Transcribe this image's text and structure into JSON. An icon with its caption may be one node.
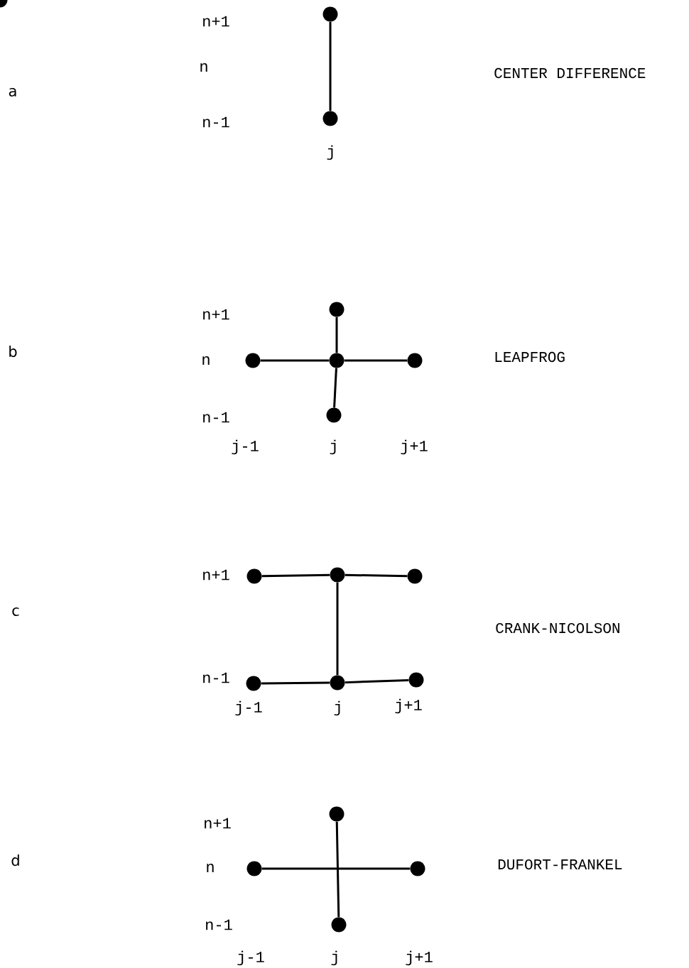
{
  "diagram": {
    "nodes": [
      {
        "text": [],
        "shape": "circle"
      },
      {
        "text": [],
        "shape": "circle"
      },
      {
        "text": [],
        "shape": "circle"
      },
      {
        "text": [],
        "shape": "circle"
      },
      {
        "text": [],
        "shape": "circle"
      },
      {
        "text": [],
        "shape": "circle"
      },
      {
        "text": [],
        "shape": "circle"
      },
      {
        "text": [],
        "shape": "circle"
      },
      {
        "text": [],
        "shape": "circle"
      },
      {
        "text": [],
        "shape": "circle"
      },
      {
        "text": [],
        "shape": "circle"
      },
      {
        "text": [],
        "shape": "circle"
      },
      {
        "text": [],
        "shape": "circle"
      },
      {
        "text": [],
        "shape": "circle"
      },
      {
        "text": [],
        "shape": "circle"
      },
      {
        "text": [],
        "shape": "circle"
      },
      {
        "text": [],
        "shape": "circle"
      },
      {
        "text": [],
        "shape": "circle"
      }
    ],
    "edges": [
      {
        "from": 0,
        "to": 1,
        "arrow": "none"
      },
      {
        "from": 2,
        "to": 4,
        "arrow": "none"
      },
      {
        "from": 4,
        "to": 6,
        "arrow": "none"
      },
      {
        "from": 3,
        "to": 4,
        "arrow": "none"
      },
      {
        "from": 4,
        "to": 5,
        "arrow": "none"
      },
      {
        "from": 7,
        "to": 8,
        "arrow": "none"
      },
      {
        "from": 8,
        "to": 9,
        "arrow": "none"
      },
      {
        "from": 8,
        "to": 11,
        "arrow": "none"
      },
      {
        "from": 10,
        "to": 11,
        "arrow": "none"
      },
      {
        "from": 11,
        "to": 12,
        "arrow": "none"
      },
      {
        "from": 14,
        "to": 15,
        "arrow": "none"
      },
      {
        "from": 13,
        "to": 16,
        "arrow": "none"
      }
    ],
    "labels": [
      "a",
      "n+1",
      "n",
      "n-1",
      "j",
      "CENTER DIFFERENCE",
      "b",
      "n+1",
      "n",
      "n-1",
      "j-1",
      "j",
      "j+1",
      "LEAPFROG",
      "c",
      "n+1",
      "n-1",
      "j-1",
      "j",
      "j+1",
      "CRANK-NICOLSON",
      "d",
      "n+1",
      "n",
      "n-1",
      "j-1",
      "j",
      "j+1",
      "DUFORT-FRANKEL"
    ]
  }
}
